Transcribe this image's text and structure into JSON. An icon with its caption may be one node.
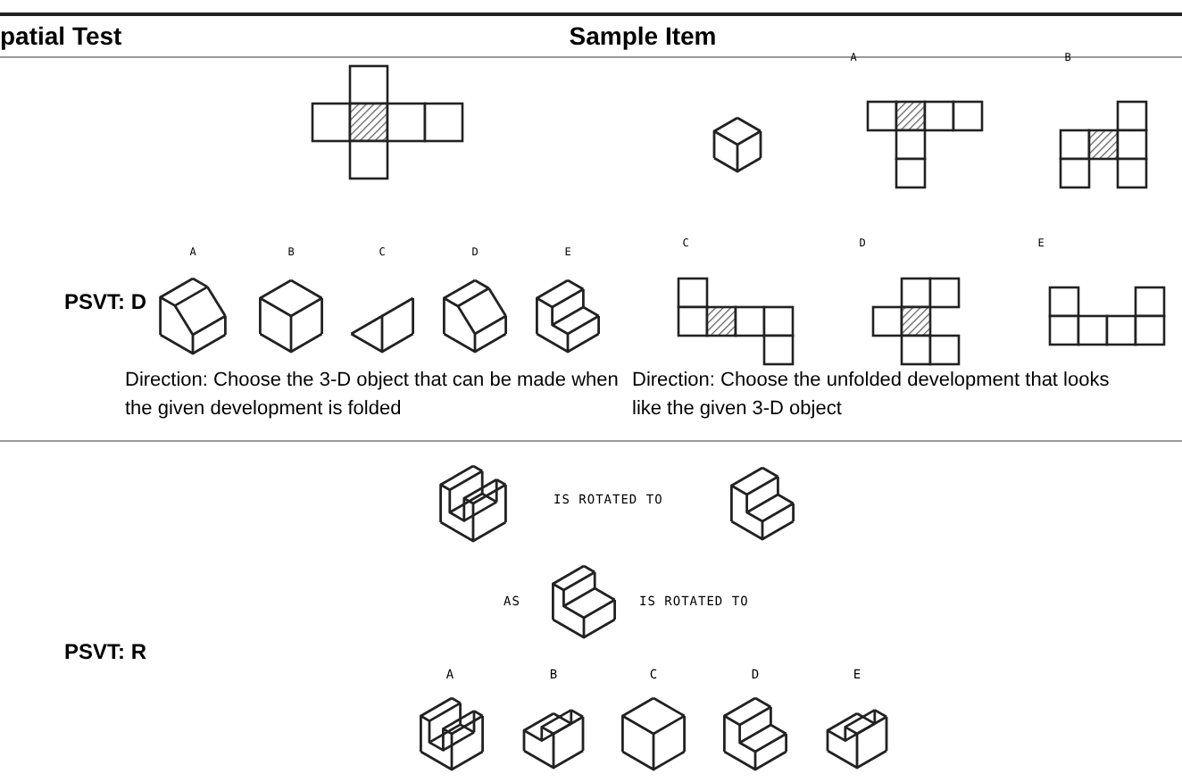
{
  "diagram": {
    "labels": [
      "patial Test",
      "Sample Item",
      "A",
      "B",
      "PSVT: D",
      "A",
      "B",
      "C",
      "D",
      "E",
      "C",
      "D",
      "E",
      "Direction: Choose the 3-D object that can be made when the given development is folded",
      "Direction: Choose the unfolded development that looks like the given 3-D object",
      "IS ROTATED TO",
      "PSVT: R",
      "AS",
      "IS ROTATED TO",
      "A",
      "B",
      "C",
      "D",
      "E"
    ]
  }
}
